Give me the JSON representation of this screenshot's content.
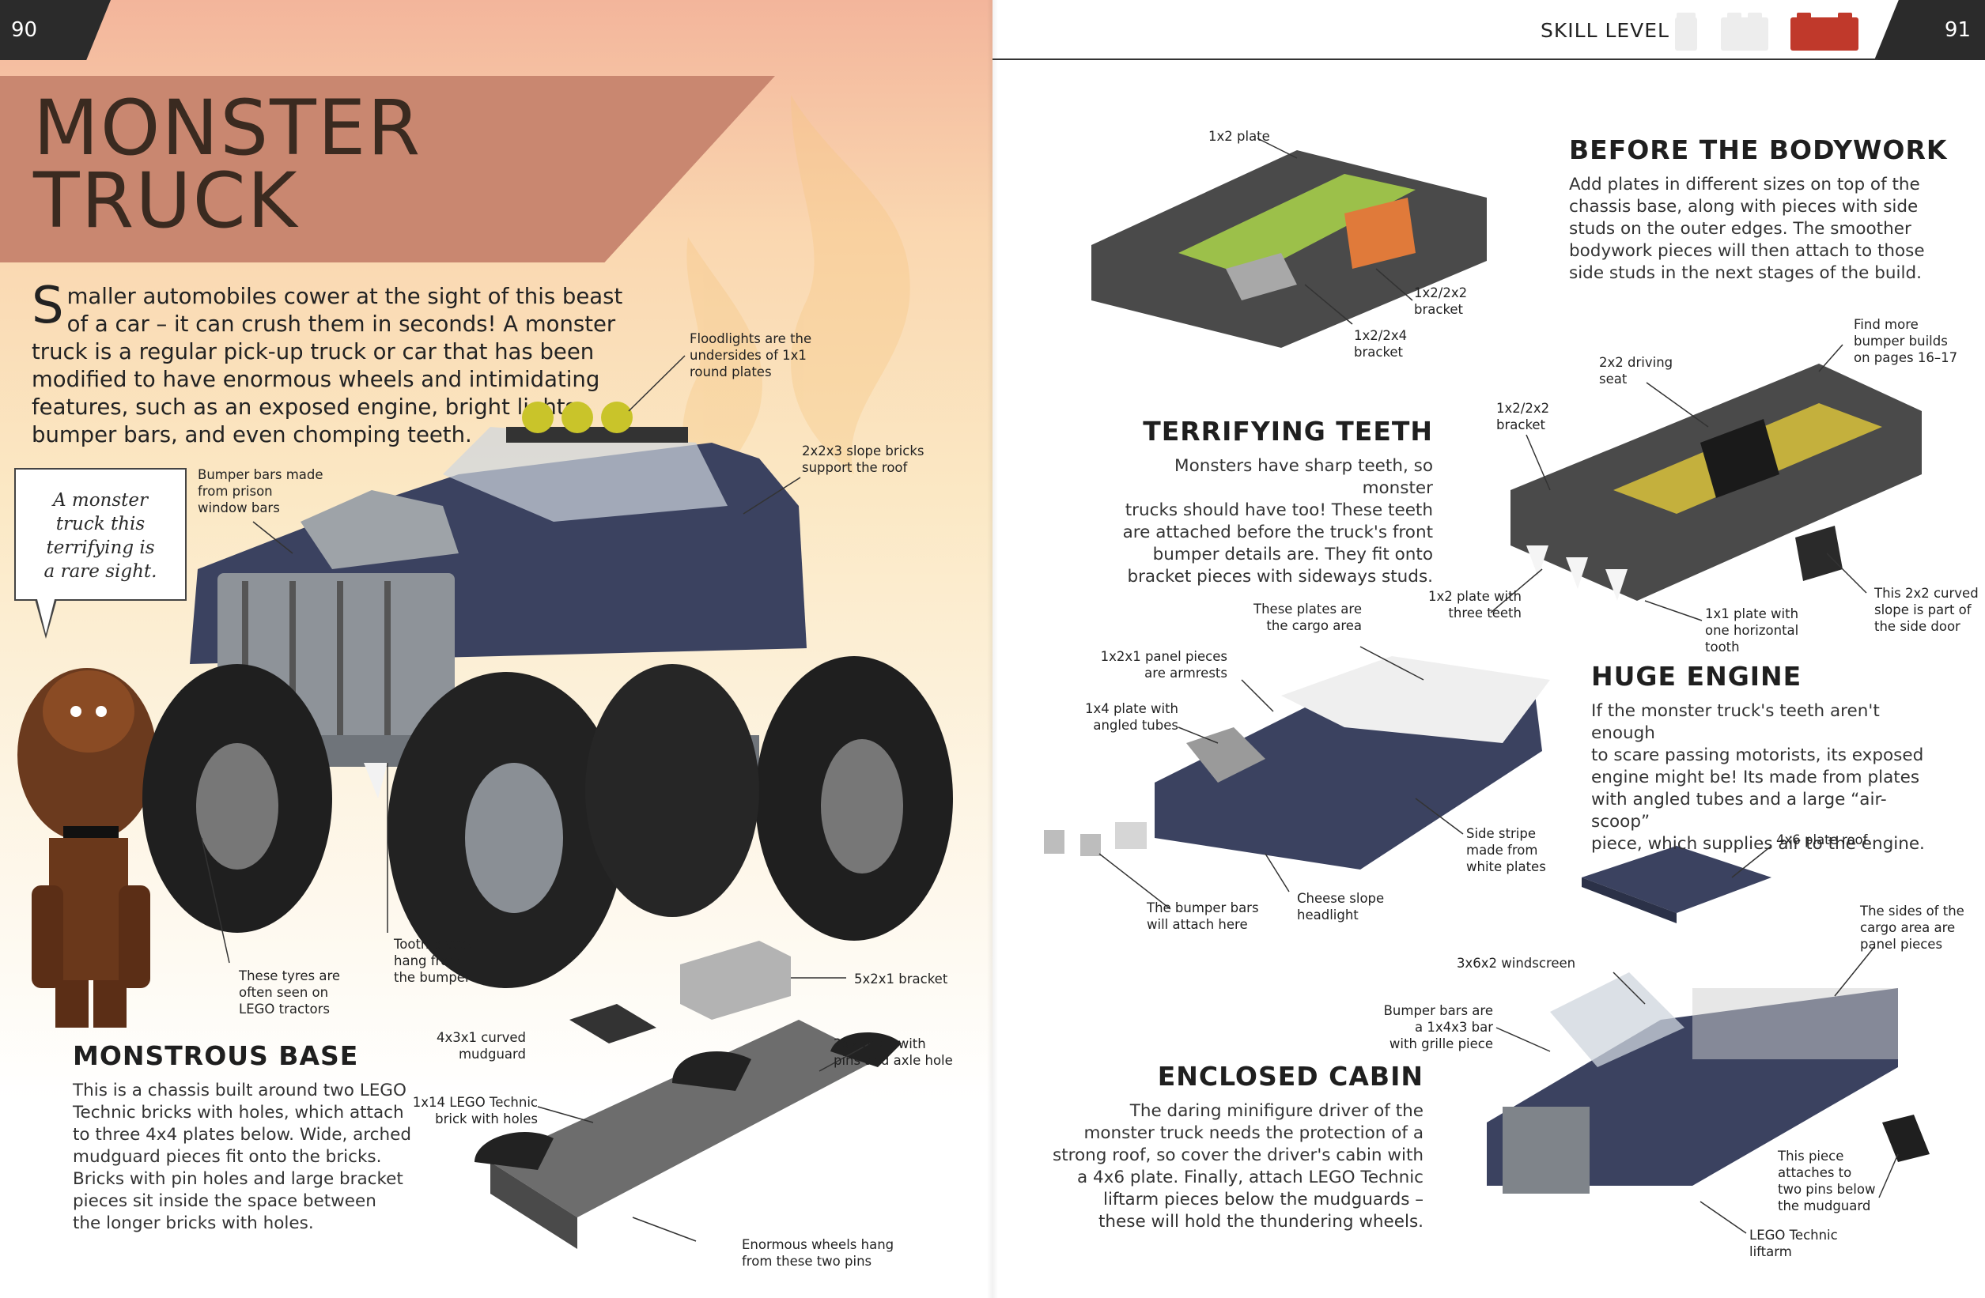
{
  "page_numbers": {
    "left": "90",
    "right": "91"
  },
  "skill_level": {
    "label": "SKILL LEVEL"
  },
  "title": [
    "MONSTER",
    "TRUCK"
  ],
  "intro": {
    "drop_cap": "S",
    "text": "maller automobiles cower at the sight of this beast of a car – it can crush them in seconds! A monster truck is a regular pick-up truck or car that has been modified to have enormous wheels and intimidating features, such as an exposed engine, bright lights, bumper bars, and even chomping teeth."
  },
  "bubble": [
    "A monster",
    "truck this",
    "terrifying is",
    "a rare sight."
  ],
  "sections": {
    "monstrous_base": {
      "title": "MONSTROUS BASE",
      "text": [
        "This is a chassis built around two LEGO",
        "Technic bricks with holes, which attach",
        "to three 4x4 plates below. Wide, arched",
        "mudguard pieces fit onto the bricks.",
        "Bricks with pin holes and large bracket",
        "pieces sit inside the space between",
        "the longer bricks with holes."
      ]
    },
    "before_bodywork": {
      "title": "BEFORE THE BODYWORK",
      "text": [
        "Add plates in different sizes on top of the",
        "chassis base, along with pieces with side",
        "studs on the outer edges. The smoother",
        "bodywork pieces will then attach to those",
        "side studs in the next stages of the build."
      ]
    },
    "terrifying_teeth": {
      "title": "TERRIFYING TEETH",
      "text": [
        "Monsters have sharp teeth, so monster",
        "trucks should have too! These teeth",
        "are attached before the truck's front",
        "bumper details are. They fit onto",
        "bracket pieces with sideways studs."
      ]
    },
    "huge_engine": {
      "title": "HUGE ENGINE",
      "text": [
        "If the monster truck's teeth aren't enough",
        "to scare passing motorists, its exposed",
        "engine might be! Its made from plates",
        "with angled tubes and a large “air-scoop”",
        "piece, which supplies air to the engine."
      ]
    },
    "enclosed_cabin": {
      "title": "ENCLOSED CABIN",
      "text": [
        "The daring minifigure driver of the",
        "monster truck needs the protection of a",
        "strong roof, so cover the driver's cabin with",
        "a 4x6 plate. Finally, attach LEGO Technic",
        "liftarm pieces below the mudguards –",
        "these will hold the thundering wheels."
      ]
    }
  },
  "callouts": {
    "floodlights": [
      "Floodlights are the",
      "undersides of 1x1",
      "round plates"
    ],
    "slope_bricks": [
      "2x2x3 slope bricks",
      "support the roof"
    ],
    "bumper_bars": [
      "Bumper bars made",
      "from prison",
      "window bars"
    ],
    "tyres": [
      "These tyres are",
      "often seen on",
      "LEGO tractors"
    ],
    "tooth_plates": [
      "Tooth plates",
      "hang from",
      "the bumper"
    ],
    "bracket_5x2x1": [
      "5x2x1 bracket"
    ],
    "curved_mudguard": [
      "4x3x1 curved",
      "mudguard"
    ],
    "brick_pins": [
      "2x2 brick with",
      "pins and axle hole"
    ],
    "technic_brick": [
      "1x14 LEGO Technic",
      "brick with holes"
    ],
    "wheels_pins": [
      "Enormous wheels hang",
      "from these two pins"
    ],
    "plate_1x2": [
      "1x2 plate"
    ],
    "bracket_1x2_2x2_a": [
      "1x2/2x2",
      "bracket"
    ],
    "bracket_1x2_2x4": [
      "1x2/2x4",
      "bracket"
    ],
    "more_bumpers": [
      "Find more",
      "bumper builds",
      "on pages 16–17"
    ],
    "driving_seat": [
      "2x2 driving",
      "seat"
    ],
    "bracket_1x2_2x2_b": [
      "1x2/2x2",
      "bracket"
    ],
    "three_teeth": [
      "1x2 plate with",
      "three teeth"
    ],
    "horizontal_tooth": [
      "1x1 plate with",
      "one horizontal",
      "tooth"
    ],
    "curved_slope": [
      "This 2x2 curved",
      "slope is part of",
      "the side door"
    ],
    "cargo_plates": [
      "These plates are",
      "the cargo area"
    ],
    "armrests": [
      "1x2x1 panel pieces",
      "are armrests"
    ],
    "angled_tubes": [
      "1x4 plate with",
      "angled tubes"
    ],
    "side_stripe": [
      "Side stripe",
      "made from",
      "white plates"
    ],
    "cheese_slope": [
      "Cheese slope",
      "headlight"
    ],
    "bumper_attach": [
      "The bumper bars",
      "will attach here"
    ],
    "plate_roof": [
      "4x6 plate roof"
    ],
    "cargo_sides": [
      "The sides of the",
      "cargo area are",
      "panel pieces"
    ],
    "windscreen": [
      "3x6x2 windscreen"
    ],
    "grille_bar": [
      "Bumper bars are",
      "a 1x4x3 bar",
      "with grille piece"
    ],
    "two_pins": [
      "This piece",
      "attaches to",
      "two pins below",
      "the mudguard"
    ],
    "liftarm": [
      "LEGO Technic",
      "liftarm"
    ]
  },
  "colors": {
    "title_band": "#c98770",
    "skill_brick_active": "#c0392b",
    "skill_brick_inactive": "#e6e6e6",
    "truck_body": "#3b4260",
    "tyre": "#1f1f1f"
  }
}
